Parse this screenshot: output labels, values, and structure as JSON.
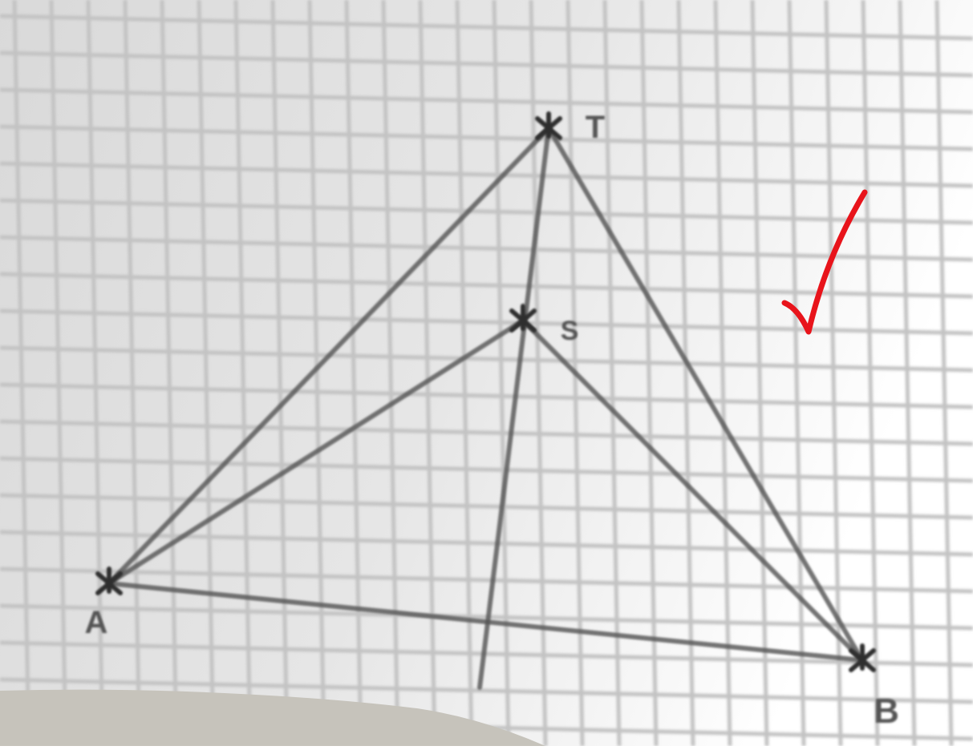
{
  "figure": {
    "points": [
      {
        "id": "T",
        "label": "T"
      },
      {
        "id": "S",
        "label": "S"
      },
      {
        "id": "A",
        "label": "A"
      },
      {
        "id": "B",
        "label": "B"
      }
    ],
    "segments": [
      {
        "from": "A",
        "to": "T"
      },
      {
        "from": "T",
        "to": "B"
      },
      {
        "from": "A",
        "to": "B"
      },
      {
        "from": "A",
        "to": "S"
      },
      {
        "from": "S",
        "to": "B"
      },
      {
        "from": "T",
        "to": "S"
      }
    ]
  },
  "colors": {
    "paper": "#dedede",
    "grid": "#c3c3c3",
    "pencil": "#555555",
    "checkmark": "#e8141b",
    "tear": "#c6c3bb"
  }
}
